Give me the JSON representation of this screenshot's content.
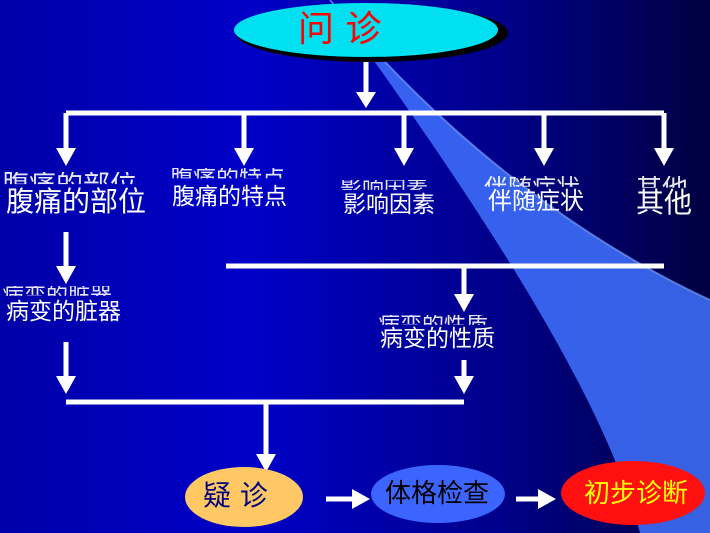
{
  "top_node": {
    "label": "问 诊",
    "color": "#ff0000",
    "fill": "#00e0f0"
  },
  "factors": [
    {
      "label": "腹痛的部位"
    },
    {
      "label": "腹痛的特点"
    },
    {
      "label": "影响因素"
    },
    {
      "label": "伴随症状"
    },
    {
      "label": "其他"
    }
  ],
  "middle": {
    "organ": "病变的脏器",
    "nature": "病变的性质"
  },
  "ghost_text": {
    "organ": "病变的脏器",
    "nature": "病变的性质",
    "factor_0": "腹痛的部位",
    "factor_1": "腹痛的特点",
    "factor_2": "影响因素",
    "factor_3": "伴随症状",
    "factor_4": "其他"
  },
  "bottom_nodes": [
    {
      "label": "疑  诊",
      "fill": "#ffc864",
      "color": "#000080"
    },
    {
      "label": "体格检查",
      "fill": "#3c64ff",
      "color": "#000000"
    },
    {
      "label": "初步诊断",
      "fill": "#ff1010",
      "color": "#ffff00"
    }
  ],
  "colors": {
    "line": "#ffffff",
    "swoosh": "#4682ff"
  }
}
